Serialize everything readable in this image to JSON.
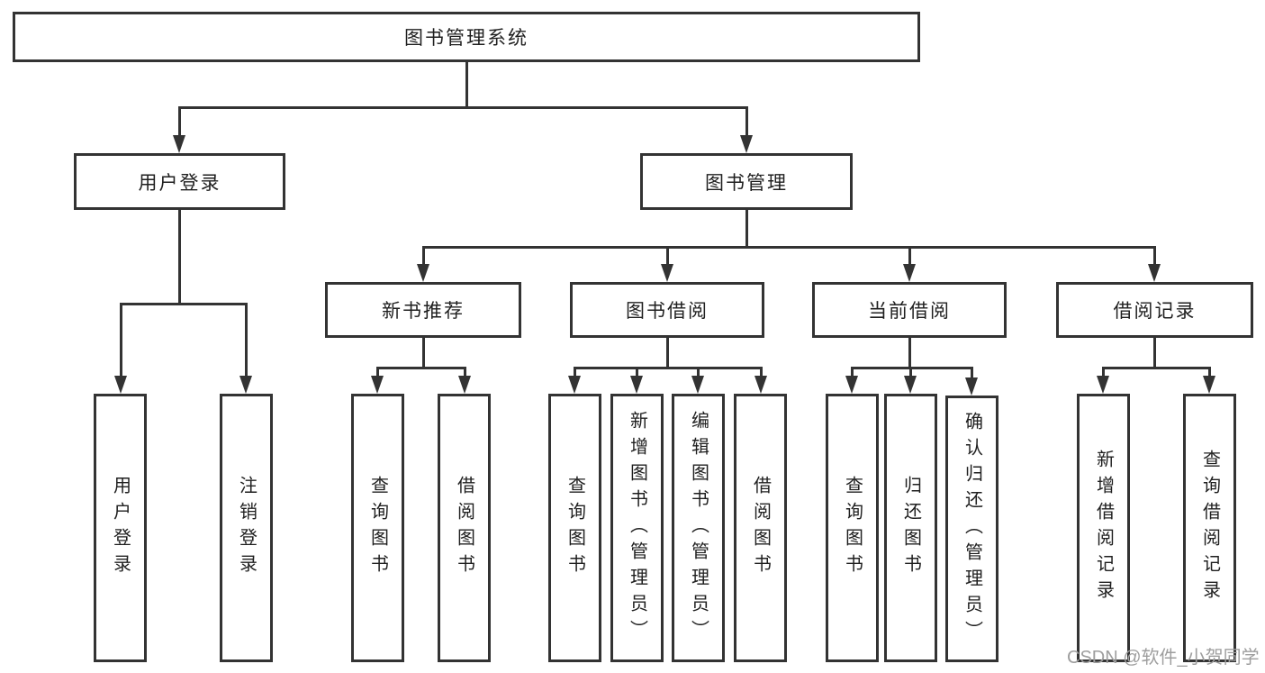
{
  "tree": {
    "label": "图书管理系统",
    "children": [
      {
        "label": "用户登录",
        "children": [
          {
            "label": "用户登录"
          },
          {
            "label": "注销登录"
          }
        ]
      },
      {
        "label": "图书管理",
        "children": [
          {
            "label": "新书推荐",
            "children": [
              {
                "label": "查询图书"
              },
              {
                "label": "借阅图书"
              }
            ]
          },
          {
            "label": "图书借阅",
            "children": [
              {
                "label": "查询图书"
              },
              {
                "label": "新增图书（管理员）"
              },
              {
                "label": "编辑图书（管理员）"
              },
              {
                "label": "借阅图书"
              }
            ]
          },
          {
            "label": "当前借阅",
            "children": [
              {
                "label": "查询图书"
              },
              {
                "label": "归还图书"
              },
              {
                "label": "确认归还（管理员）"
              }
            ]
          },
          {
            "label": "借阅记录",
            "children": [
              {
                "label": "新增借阅记录"
              },
              {
                "label": "查询借阅记录"
              }
            ]
          }
        ]
      }
    ]
  },
  "watermark": {
    "text": "CSDN @软件_小贺同学"
  },
  "colors": {
    "line": "#333333",
    "text": "#1f1f1f",
    "canvas-bg": "#ffffff",
    "watermark": "#9e9e9e"
  }
}
